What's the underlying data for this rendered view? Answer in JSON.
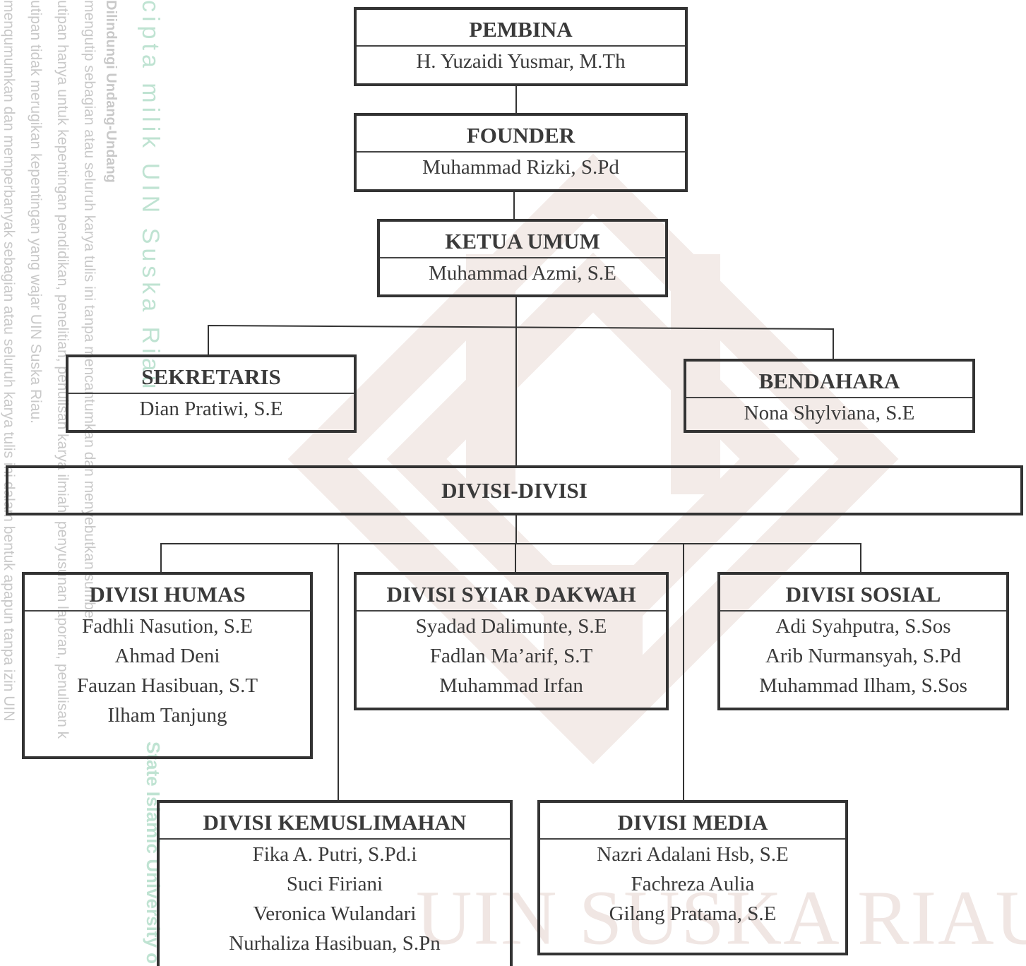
{
  "watermark": {
    "lines": [
      "Dilindungi Undang-Undang",
      "mengutip sebagian atau seluruh karya tulis ini tanpa mencantumkan dan menyebutkan sumber:",
      "utipan hanya untuk kepentingan pendidikan, penelitian, penulisan karya ilmiah, penyusunan laporan, penulisan k",
      "utipan tidak merugikan kepentingan yang wajar UIN Suska Riau.",
      "menqumumkan dan memperbanyak sebagian atau seluruh karya tulis ini dalam bentuk apapun tanpa izin UIN"
    ],
    "hak_cipta": "cipta milik UIN Suska Riau",
    "state": "State Islamic University of",
    "big_text": "UIN SUSKA RIAU"
  },
  "org": {
    "pembina": {
      "title": "PEMBINA",
      "members": [
        "H. Yuzaidi Yusmar, M.Th"
      ]
    },
    "founder": {
      "title": "FOUNDER",
      "members": [
        "Muhammad Rizki, S.Pd"
      ]
    },
    "ketua": {
      "title": "KETUA UMUM",
      "members": [
        "Muhammad Azmi, S.E"
      ]
    },
    "sekretaris": {
      "title": "SEKRETARIS",
      "members": [
        "Dian Pratiwi, S.E"
      ]
    },
    "bendahara": {
      "title": "BENDAHARA",
      "members": [
        "Nona Shylviana, S.E"
      ]
    },
    "divisi_banner": "DIVISI-DIVISI",
    "humas": {
      "title": "DIVISI HUMAS",
      "members": [
        "Fadhli Nasution, S.E",
        "Ahmad Deni",
        "Fauzan Hasibuan, S.T",
        "Ilham Tanjung"
      ]
    },
    "syiar": {
      "title": "DIVISI SYIAR DAKWAH",
      "members": [
        "Syadad Dalimunte, S.E",
        "Fadlan Ma’arif, S.T",
        "Muhammad Irfan"
      ]
    },
    "sosial": {
      "title": "DIVISI SOSIAL",
      "members": [
        "Adi Syahputra, S.Sos",
        "Arib Nurmansyah, S.Pd",
        "Muhammad Ilham, S.Sos"
      ]
    },
    "kemuslimahan": {
      "title": "DIVISI KEMUSLIMAHAN",
      "members": [
        "Fika A. Putri, S.Pd.i",
        "Suci Firiani",
        "Veronica Wulandari",
        "Nurhaliza Hasibuan, S.Pn"
      ]
    },
    "media": {
      "title": "DIVISI MEDIA",
      "members": [
        "Nazri Adalani Hsb, S.E",
        "Fachreza Aulia",
        "Gilang Pratama, S.E"
      ]
    }
  },
  "colors": {
    "line": "#333333",
    "watermark_text": "#c9c9c9",
    "watermark_logo": "#f3ebe8"
  }
}
